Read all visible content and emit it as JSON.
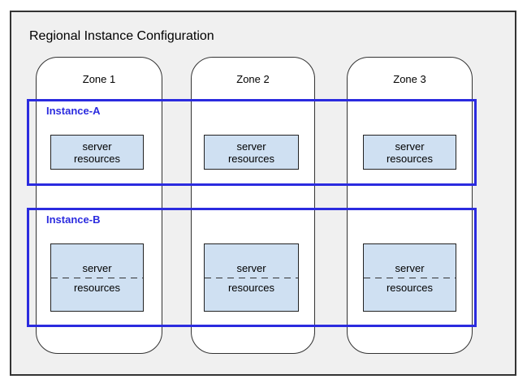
{
  "title": "Regional Instance Configuration",
  "zones": [
    {
      "label": "Zone 1"
    },
    {
      "label": "Zone 2"
    },
    {
      "label": "Zone 3"
    }
  ],
  "instances": [
    {
      "label": "Instance-A"
    },
    {
      "label": "Instance-B"
    }
  ],
  "server_box": {
    "line1": "server",
    "line2": "resources"
  },
  "colors": {
    "frame_bg": "#f0f0f0",
    "frame_border": "#333333",
    "zone_bg": "#ffffff",
    "zone_border": "#333333",
    "instance_blue": "#2b2bdf",
    "server_box_fill": "#cfe0f2",
    "server_box_border": "#222222"
  }
}
